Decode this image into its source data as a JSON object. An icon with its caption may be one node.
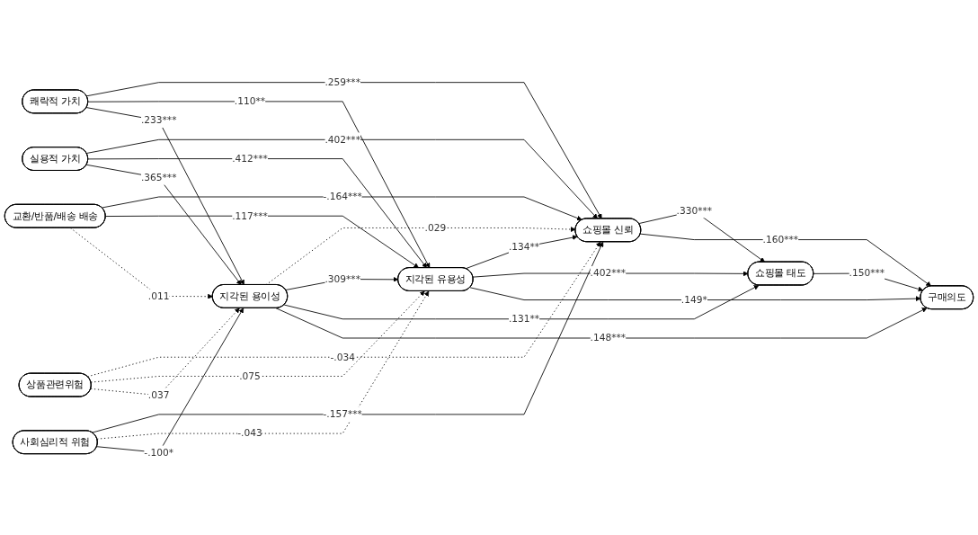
{
  "diagram": {
    "nodes": [
      {
        "text": [
          "쾌락적 가치"
        ]
      },
      {
        "text": [
          "실용적 가치"
        ]
      },
      {
        "text": [
          "교환/반품/배송 배송"
        ]
      },
      {
        "text": [
          "상품관련위험"
        ]
      },
      {
        "text": [
          "사회심리적 위험"
        ]
      },
      {
        "text": [
          "쇼핑몰 신뢰"
        ]
      },
      {
        "text": [
          "지각된 유용성"
        ]
      },
      {
        "text": [
          "쇼핑몰 태도"
        ]
      },
      {
        "text": [
          "지각된 용이성"
        ]
      },
      {
        "text": [
          "구매의도"
        ]
      }
    ],
    "edges": [
      {
        "from": 0,
        "to": 5,
        "arrow": "to",
        "label": ".259***"
      },
      {
        "from": 0,
        "to": 6,
        "arrow": "to",
        "label": ".110**"
      },
      {
        "from": 0,
        "to": 8,
        "arrow": "to",
        "label": ".233***"
      },
      {
        "from": 1,
        "to": 5,
        "arrow": "to",
        "label": ".402***"
      },
      {
        "from": 1,
        "to": 6,
        "arrow": "to",
        "label": ".412***"
      },
      {
        "from": 1,
        "to": 8,
        "arrow": "to",
        "label": ".365***"
      },
      {
        "from": 2,
        "to": 5,
        "arrow": "to",
        "label": "-.164***"
      },
      {
        "from": 2,
        "to": 6,
        "arrow": "to",
        "label": ".117***"
      },
      {
        "from": 2,
        "to": 8,
        "arrow": "to",
        "label": ".011",
        "style": "dashed"
      },
      {
        "from": 3,
        "to": 5,
        "arrow": "to",
        "label": "-.034",
        "style": "dashed"
      },
      {
        "from": 3,
        "to": 6,
        "arrow": "to",
        "label": ".075",
        "style": "dashed"
      },
      {
        "from": 3,
        "to": 8,
        "arrow": "to",
        "label": ".037",
        "style": "dashed"
      },
      {
        "from": 4,
        "to": 5,
        "arrow": "to",
        "label": "-.157***"
      },
      {
        "from": 4,
        "to": 6,
        "arrow": "to",
        "label": "-.043",
        "style": "dashed"
      },
      {
        "from": 4,
        "to": 8,
        "arrow": "to",
        "label": "-.100*"
      },
      {
        "from": 6,
        "to": 5,
        "arrow": "to",
        "label": ".134**"
      },
      {
        "from": 8,
        "to": 5,
        "arrow": "to",
        "label": ".029",
        "style": "dashed"
      },
      {
        "from": 5,
        "to": 7,
        "arrow": "to",
        "label": ".330***"
      },
      {
        "from": 5,
        "to": 9,
        "arrow": "to",
        "label": ".160***"
      },
      {
        "from": 6,
        "to": 7,
        "arrow": "to",
        "label": ".402***"
      },
      {
        "from": 7,
        "to": 9,
        "arrow": "to",
        "label": ".150***"
      },
      {
        "from": 6,
        "to": 9,
        "arrow": "to",
        "label": ".149*"
      },
      {
        "from": 8,
        "to": 6,
        "arrow": "to",
        "label": ".309***"
      },
      {
        "from": 8,
        "to": 7,
        "arrow": "to",
        "label": ".131**"
      },
      {
        "from": 8,
        "to": 9,
        "arrow": "to",
        "label": ".148***"
      }
    ]
  }
}
